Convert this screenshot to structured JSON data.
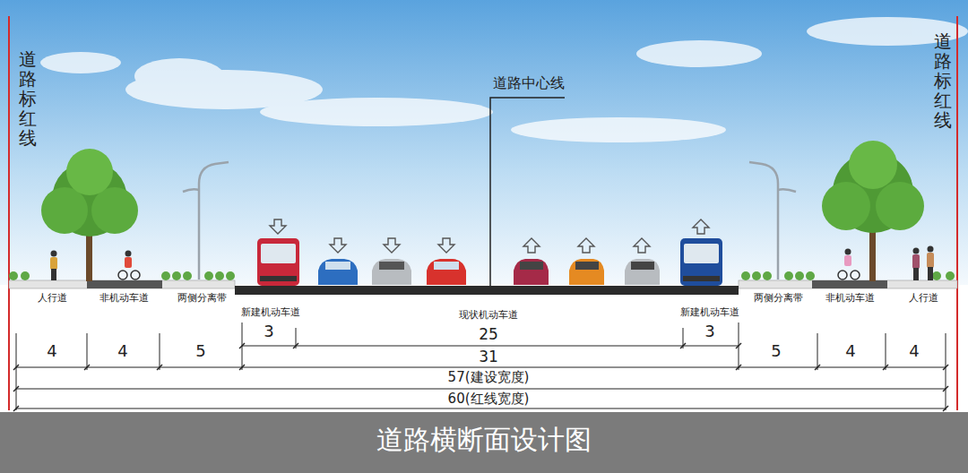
{
  "diagram": {
    "title": "道路横断面设计图",
    "labels": [
      "道路标红线",
      "道路标红线",
      "道路中心线",
      "人行道",
      "非机动车道",
      "两侧分离带",
      "新建机动车道",
      "现状机动车道",
      "新建机动车道",
      "两侧分离带",
      "非机动车道",
      "人行道",
      "3",
      "25",
      "3",
      "4",
      "4",
      "5",
      "31",
      "5",
      "4",
      "4",
      "57(建设宽度)",
      "60(红线宽度)"
    ]
  }
}
